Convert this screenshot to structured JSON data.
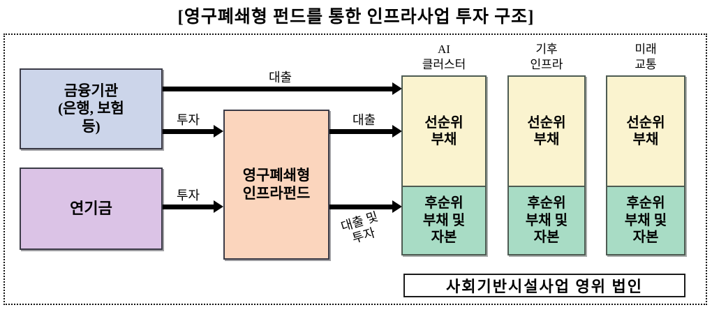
{
  "title": "[영구폐쇄형 펀드를 통한 인프라사업 투자 구조]",
  "investors": {
    "bank": {
      "label": "금융기관\n(은행, 보험\n등)",
      "color": "#ccd5ea"
    },
    "pension": {
      "label": "연기금",
      "color": "#dbc3e6"
    }
  },
  "fund": {
    "label": "영구폐쇄형\n인프라펀드",
    "color": "#fbd5bd"
  },
  "flows": {
    "loan_top_label": "대출",
    "invest_1_label": "투자",
    "loan_mid_label": "대출",
    "invest_2_label": "투자",
    "loan_and_invest_label": "대출 및\n투자"
  },
  "projects": [
    {
      "header": "AI\n클러스터",
      "senior": "선순위\n부채",
      "junior": "후순위\n부채 및\n자본"
    },
    {
      "header": "기후\n인프라",
      "senior": "선순위\n부채",
      "junior": "후순위\n부채 및\n자본"
    },
    {
      "header": "미래\n교통",
      "senior": "선순위\n부채",
      "junior": "후순위\n부채 및\n자본"
    }
  ],
  "spc": {
    "label": "사회기반시설사업 영위 법인"
  },
  "colors": {
    "senior_tranche": "#faf3cf",
    "junior_tranche": "#a8dcc5",
    "arrow": "#000000",
    "frame": "#111111"
  }
}
